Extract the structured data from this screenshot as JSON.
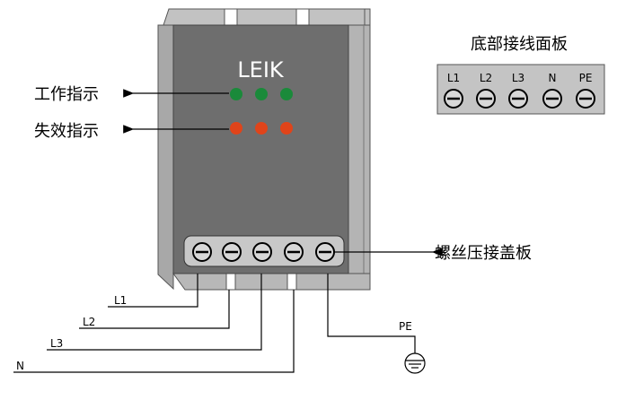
{
  "device": {
    "brand": "LEIK",
    "indicator_colors": {
      "working": "#1a8a3a",
      "failure": "#e0441a"
    },
    "body_color": "#6e6e6e",
    "frame_color": "#b4b4b4"
  },
  "callouts": {
    "working_indicator": "工作指示",
    "failure_indicator": "失效指示",
    "screw_terminal_cover": "螺丝压接盖板"
  },
  "bottom_panel": {
    "title": "底部接线面板",
    "terminals": [
      "L1",
      "L2",
      "L3",
      "N",
      "PE"
    ]
  },
  "wires": {
    "labels": [
      "L1",
      "L2",
      "L3",
      "N"
    ],
    "ground_label": "PE"
  },
  "icons": [
    "screw-terminal-icon",
    "ground-symbol-icon",
    "arrow-left-icon",
    "arrow-right-icon"
  ]
}
